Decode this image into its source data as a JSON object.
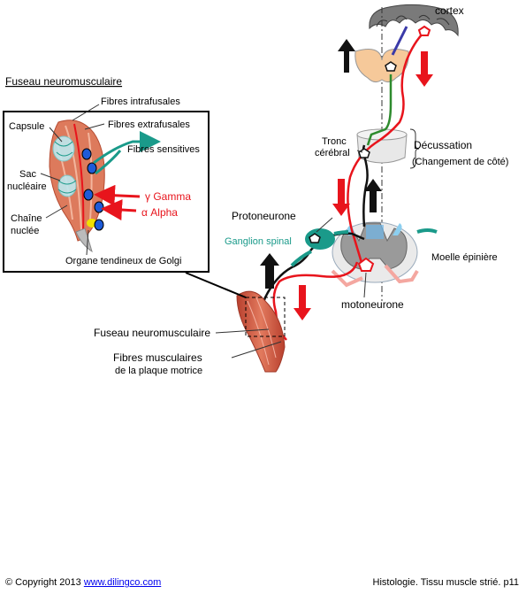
{
  "labels": {
    "cortex": "cortex",
    "tronc_line1": "Tronc",
    "tronc_line2": "cérébral",
    "decussation": "Décussation",
    "decussation_note": "(Changement de côté)",
    "moelle": "Moelle épinière",
    "protoneurone": "Protoneurone",
    "ganglion": "Ganglion spinal",
    "motoneurone": "motoneurone",
    "fuseau_bottom": "Fuseau neuromusculaire",
    "fibres_musc_line1": "Fibres musculaires",
    "fibres_musc_line2": "de la plaque motrice"
  },
  "inset": {
    "title": "Fuseau neuromusculaire",
    "intrafusales": "Fibres intrafusales",
    "capsule": "Capsule",
    "extrafusales": "Fibres extrafusales",
    "sensitives": "Fibres sensitives",
    "sac_line1": "Sac",
    "sac_line2": "nucléaire",
    "gamma": "γ Gamma",
    "alpha": "α Alpha",
    "chaine_line1": "Chaîne",
    "chaine_line2": "nuclée",
    "golgi": "Organe tendineux de Golgi"
  },
  "footer": {
    "copyright": "© Copyright 2013",
    "link": "www.dilingco.com",
    "right": "Histologie. Tissu muscle strié. p11"
  },
  "colors": {
    "motor_red": "#e8141c",
    "sensory_black": "#111111",
    "teal": "#1a9a8a",
    "green_tract": "#2e8b2e",
    "muscle": "#d9624a",
    "skin": "#f6c99a",
    "grey_matter": "#8a8a8a"
  }
}
